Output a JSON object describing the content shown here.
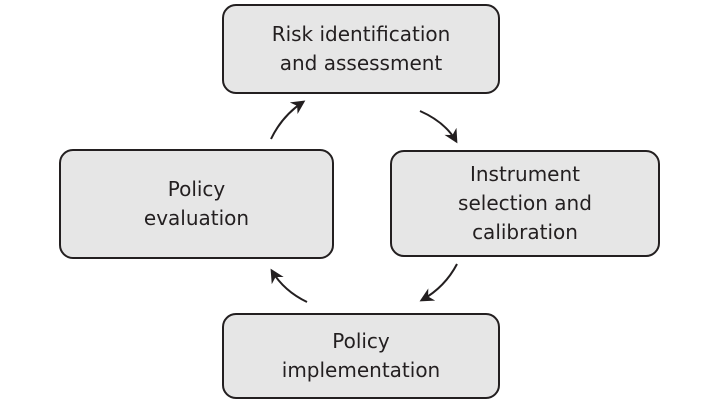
{
  "diagram": {
    "nodes": [
      {
        "id": "risk",
        "lines": [
          "Risk identification",
          "and assessment"
        ]
      },
      {
        "id": "instrument",
        "lines": [
          "Instrument",
          "selection and",
          "calibration"
        ]
      },
      {
        "id": "implementation",
        "lines": [
          "Policy",
          "implementation"
        ]
      },
      {
        "id": "evaluation",
        "lines": [
          "Policy",
          "evaluation"
        ]
      }
    ],
    "edges": [
      {
        "from": "risk",
        "to": "instrument"
      },
      {
        "from": "instrument",
        "to": "implementation"
      },
      {
        "from": "implementation",
        "to": "evaluation"
      },
      {
        "from": "evaluation",
        "to": "risk"
      }
    ],
    "colors": {
      "box_fill": "#e6e6e6",
      "stroke": "#231f20",
      "text": "#231f20"
    }
  }
}
